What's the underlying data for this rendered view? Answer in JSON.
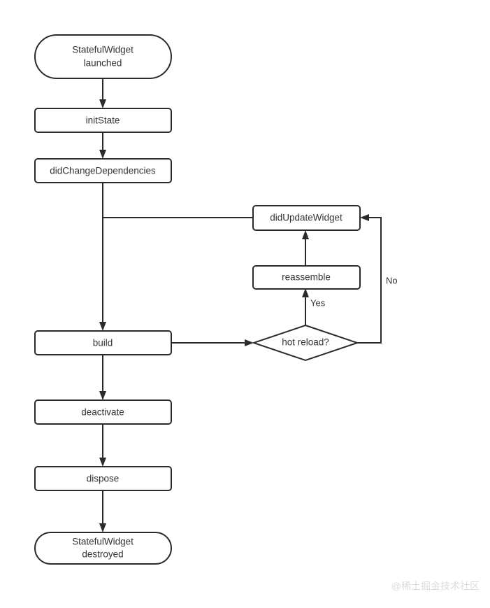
{
  "diagram": {
    "title": "StatefulWidget lifecycle flowchart",
    "background_color": "#ffffff",
    "stroke_color": "#2b2b2b",
    "text_color": "#333333",
    "nodes": {
      "launched": {
        "line1": "StatefulWidget",
        "line2": "launched",
        "shape": "stadium"
      },
      "init_state": {
        "label": "initState",
        "shape": "rect"
      },
      "did_change_dependencies": {
        "label": "didChangeDependencies",
        "shape": "rect"
      },
      "did_update_widget": {
        "label": "didUpdateWidget",
        "shape": "rect"
      },
      "reassemble": {
        "label": "reassemble",
        "shape": "rect"
      },
      "build": {
        "label": "build",
        "shape": "rect"
      },
      "hot_reload": {
        "label": "hot reload?",
        "shape": "diamond"
      },
      "deactivate": {
        "label": "deactivate",
        "shape": "rect"
      },
      "dispose": {
        "label": "dispose",
        "shape": "rect"
      },
      "destroyed": {
        "line1": "StatefulWidget",
        "line2": "destroyed",
        "shape": "stadium"
      }
    },
    "edge_labels": {
      "yes": "Yes",
      "no": "No"
    },
    "watermark": {
      "text": "@稀土掘金技术社区",
      "color": "#dcdcdc"
    }
  }
}
